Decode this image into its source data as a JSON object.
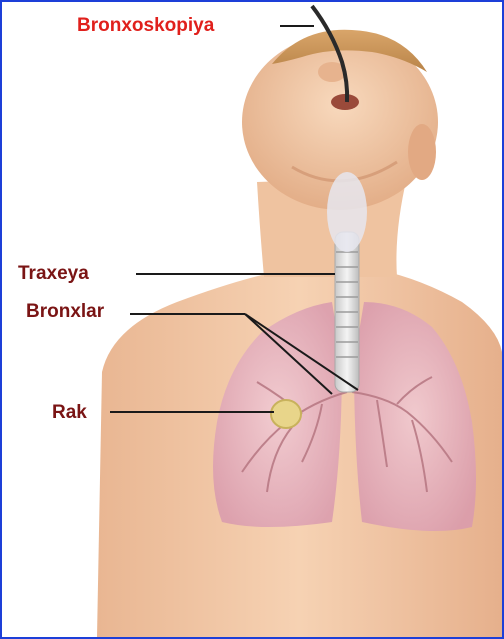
{
  "labels": {
    "bronchoscopy": "Bronxoskopiya",
    "trachea": "Traxeya",
    "bronchi": "Bronxlar",
    "cancer": "Rak"
  },
  "colors": {
    "border": "#1d3fd8",
    "label_red": "#e0201c",
    "label_dark": "#7a1414",
    "skin": "#f2c9a6",
    "lung": "#e9b9c7",
    "tumor": "#e8d58a",
    "scope_tube": "#2a2a2a"
  }
}
